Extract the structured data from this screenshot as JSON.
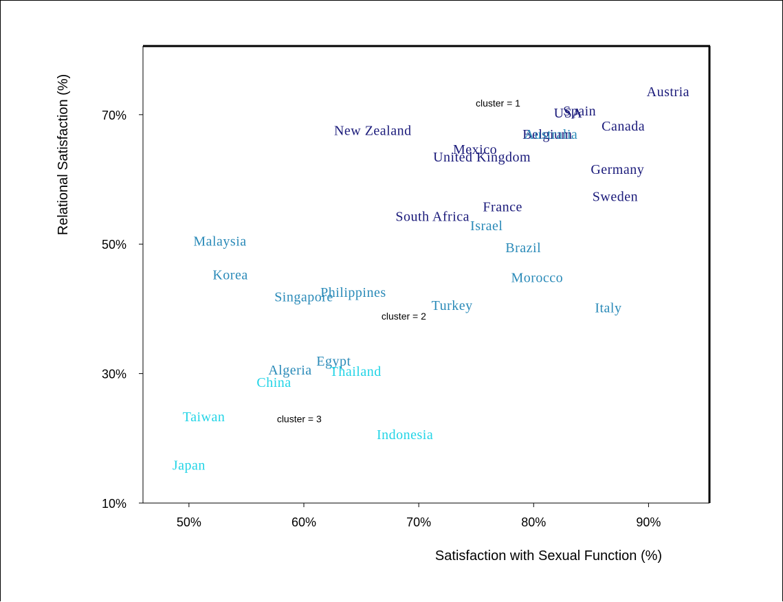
{
  "chart_data": {
    "type": "scatter",
    "title": "",
    "xlabel": "Satisfaction with Sexual Function (%)",
    "ylabel": "Relational Satisfaction (%)",
    "xlim": [
      46,
      95.3
    ],
    "ylim": [
      10,
      80.6
    ],
    "x_ticks": [
      50,
      60,
      70,
      80,
      90
    ],
    "x_tick_labels": [
      "50%",
      "60%",
      "70%",
      "80%",
      "90%"
    ],
    "y_ticks": [
      10,
      30,
      50,
      70
    ],
    "y_tick_labels": [
      "10%",
      "30%",
      "50%",
      "70%"
    ],
    "grid": false,
    "colors": {
      "cluster_1": "#1a1a7a",
      "cluster_2": "#2a8ab8",
      "cluster_3": "#22d4e6"
    },
    "cluster_labels": [
      {
        "text": "cluster = 1",
        "x": 76.9,
        "y": 71.8
      },
      {
        "text": "cluster = 2",
        "x": 68.7,
        "y": 38.9
      },
      {
        "text": "cluster = 3",
        "x": 59.6,
        "y": 23.0
      }
    ],
    "points": [
      {
        "label": "Austria",
        "x": 91.7,
        "y": 73.6,
        "cluster": 1
      },
      {
        "label": "Spain",
        "x": 84.0,
        "y": 70.6,
        "cluster": 1
      },
      {
        "label": "USA",
        "x": 83.0,
        "y": 70.3,
        "cluster": 1
      },
      {
        "label": "Canada",
        "x": 87.8,
        "y": 68.3,
        "cluster": 1
      },
      {
        "label": "Belgium",
        "x": 81.2,
        "y": 67.0,
        "cluster": 1
      },
      {
        "label": "Australia",
        "x": 81.5,
        "y": 67.0,
        "cluster": 2
      },
      {
        "label": "New Zealand",
        "x": 66.0,
        "y": 67.6,
        "cluster": 1
      },
      {
        "label": "Mexico",
        "x": 74.9,
        "y": 64.7,
        "cluster": 1
      },
      {
        "label": "United Kingdom",
        "x": 75.5,
        "y": 63.5,
        "cluster": 1
      },
      {
        "label": "Germany",
        "x": 87.3,
        "y": 61.6,
        "cluster": 1
      },
      {
        "label": "Sweden",
        "x": 87.1,
        "y": 57.4,
        "cluster": 1
      },
      {
        "label": "France",
        "x": 77.3,
        "y": 55.8,
        "cluster": 1
      },
      {
        "label": "South Africa",
        "x": 71.2,
        "y": 54.3,
        "cluster": 1
      },
      {
        "label": "Israel",
        "x": 75.9,
        "y": 52.9,
        "cluster": 2
      },
      {
        "label": "Malaysia",
        "x": 52.7,
        "y": 50.5,
        "cluster": 2
      },
      {
        "label": "Brazil",
        "x": 79.1,
        "y": 49.5,
        "cluster": 2
      },
      {
        "label": "Korea",
        "x": 53.6,
        "y": 45.3,
        "cluster": 2
      },
      {
        "label": "Morocco",
        "x": 80.3,
        "y": 44.9,
        "cluster": 2
      },
      {
        "label": "Philippines",
        "x": 64.3,
        "y": 42.6,
        "cluster": 2
      },
      {
        "label": "Singapore",
        "x": 60.0,
        "y": 41.9,
        "cluster": 2
      },
      {
        "label": "Turkey",
        "x": 72.9,
        "y": 40.6,
        "cluster": 2
      },
      {
        "label": "Italy",
        "x": 86.5,
        "y": 40.2,
        "cluster": 2
      },
      {
        "label": "Egypt",
        "x": 62.6,
        "y": 32.0,
        "cluster": 2
      },
      {
        "label": "Algeria",
        "x": 58.8,
        "y": 30.6,
        "cluster": 2
      },
      {
        "label": "Thailand",
        "x": 64.5,
        "y": 30.4,
        "cluster": 3
      },
      {
        "label": "China",
        "x": 57.4,
        "y": 28.7,
        "cluster": 3
      },
      {
        "label": "Taiwan",
        "x": 51.3,
        "y": 23.4,
        "cluster": 3
      },
      {
        "label": "Indonesia",
        "x": 68.8,
        "y": 20.6,
        "cluster": 3
      },
      {
        "label": "Japan",
        "x": 50.0,
        "y": 15.9,
        "cluster": 3
      }
    ]
  }
}
